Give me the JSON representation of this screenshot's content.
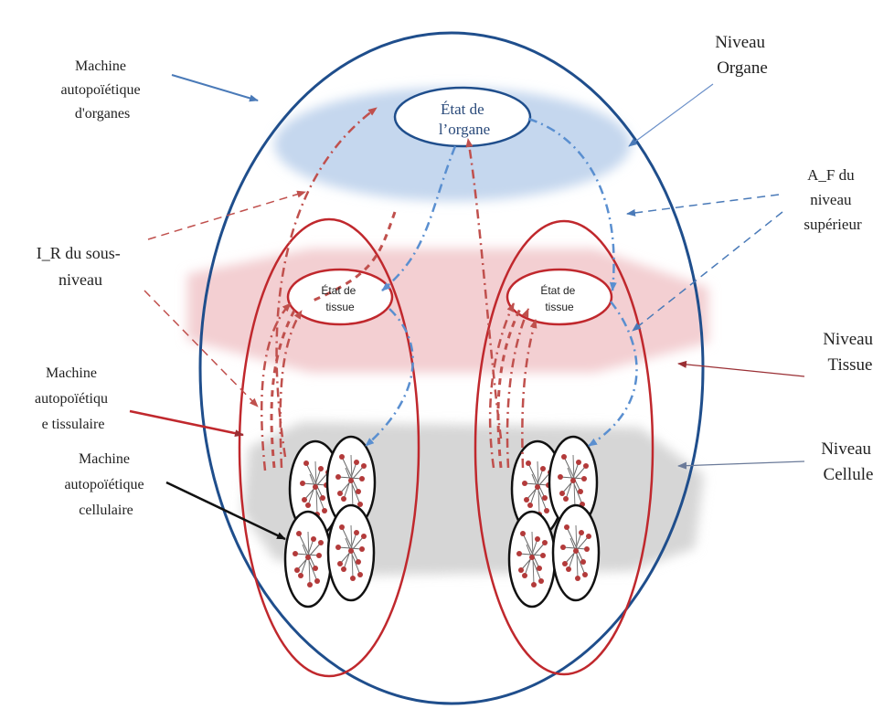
{
  "labels": {
    "machine_organes": [
      "Machine",
      "autopoïétique",
      "d'organes"
    ],
    "niveau_organe": [
      "Niveau",
      "Organe"
    ],
    "af_superieur": [
      "A_F du",
      "niveau",
      "supérieur"
    ],
    "ir_sous_niveau": [
      "I_R du sous-",
      "niveau"
    ],
    "niveau_tissue": [
      "Niveau",
      "Tissue"
    ],
    "machine_tissulaire": [
      "Machine",
      "autopoïétiqu",
      "e tissulaire"
    ],
    "niveau_cellule": [
      "Niveau",
      "Cellule"
    ],
    "machine_cellulaire": [
      "Machine",
      "autopoïétique",
      "cellulaire"
    ],
    "etat_organe": [
      "État de",
      "l’organe"
    ],
    "etat_tissue_left": [
      "État de",
      "tissue"
    ],
    "etat_tissue_right": [
      "État de",
      "tissue"
    ]
  },
  "colors": {
    "organ_band": "#c5d7ee",
    "tissue_band": "#f3cfd2",
    "cell_band": "#d6d6d6",
    "outer_ellipse": "#1f4e8c",
    "red_ellipse": "#c0282d",
    "blue_arrow": "#5a8fd0",
    "red_arrow": "#c0504d",
    "pointer_blue": "#4a7ab8",
    "pointer_dark": "#222222"
  }
}
